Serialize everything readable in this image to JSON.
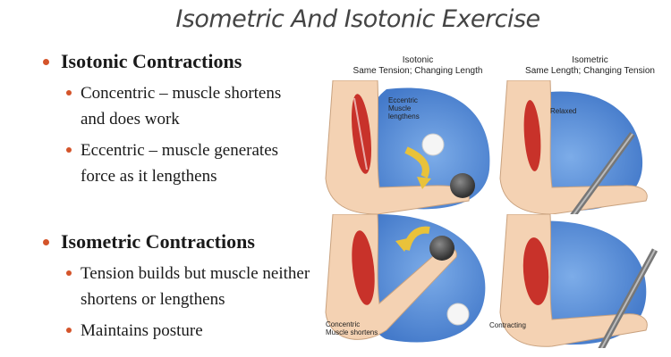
{
  "slide": {
    "title": "Isometric And Isotonic Exercise",
    "sections": [
      {
        "heading": "Isotonic Contractions",
        "items": [
          {
            "line1": "Concentric – muscle shortens",
            "line2": "and does work"
          },
          {
            "line1": "Eccentric – muscle generates",
            "line2": "force as it lengthens"
          }
        ]
      },
      {
        "heading": "Isometric Contractions",
        "items": [
          {
            "line1": "Tension builds but muscle neither",
            "line2": "shortens or lengthens"
          },
          {
            "line1": "Maintains posture",
            "line2": ""
          }
        ]
      }
    ]
  },
  "figure": {
    "isotonic_heading": {
      "line1": "Isotonic",
      "line2": "Same Tension; Changing Length"
    },
    "isometric_heading": {
      "line1": "Isometric",
      "line2": "Same Length; Changing Tension"
    },
    "labels": {
      "eccentric": {
        "line1": "Eccentric",
        "line2": "Muscle",
        "line3": "lengthens"
      },
      "relaxed": "Relaxed",
      "concentric": {
        "line1": "Concentric",
        "line2": "Muscle shortens"
      },
      "contracting": "Contracting"
    },
    "colors": {
      "accent_bullet": "#d4542a",
      "background_blue": "#2f6bc4",
      "muscle_red": "#c8322a",
      "skin": "#f4d2b3"
    }
  }
}
